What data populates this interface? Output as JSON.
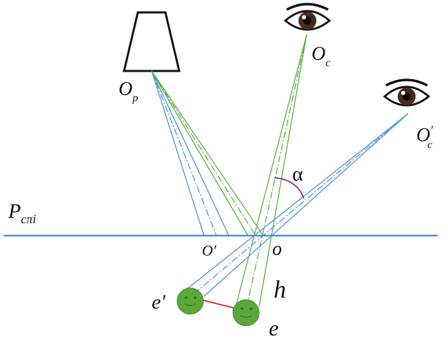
{
  "labels": {
    "projector": "O",
    "projector_sub": "p",
    "camera": "O",
    "camera_sub": "c",
    "camera2": "O",
    "camera2_prime": "′",
    "camera2_sub": "c",
    "plane": "P",
    "plane_sub": "cπi",
    "angle": "α",
    "point_o": "o",
    "point_o_prime": "O′",
    "height": "h",
    "point_e": "e",
    "point_e_prime": "e′"
  },
  "colors": {
    "blue": "#4a90d9",
    "green": "#5aae3c",
    "red": "#e02020",
    "purple": "#7b2fa0",
    "ball": "#5aa83a",
    "black": "#111111"
  }
}
